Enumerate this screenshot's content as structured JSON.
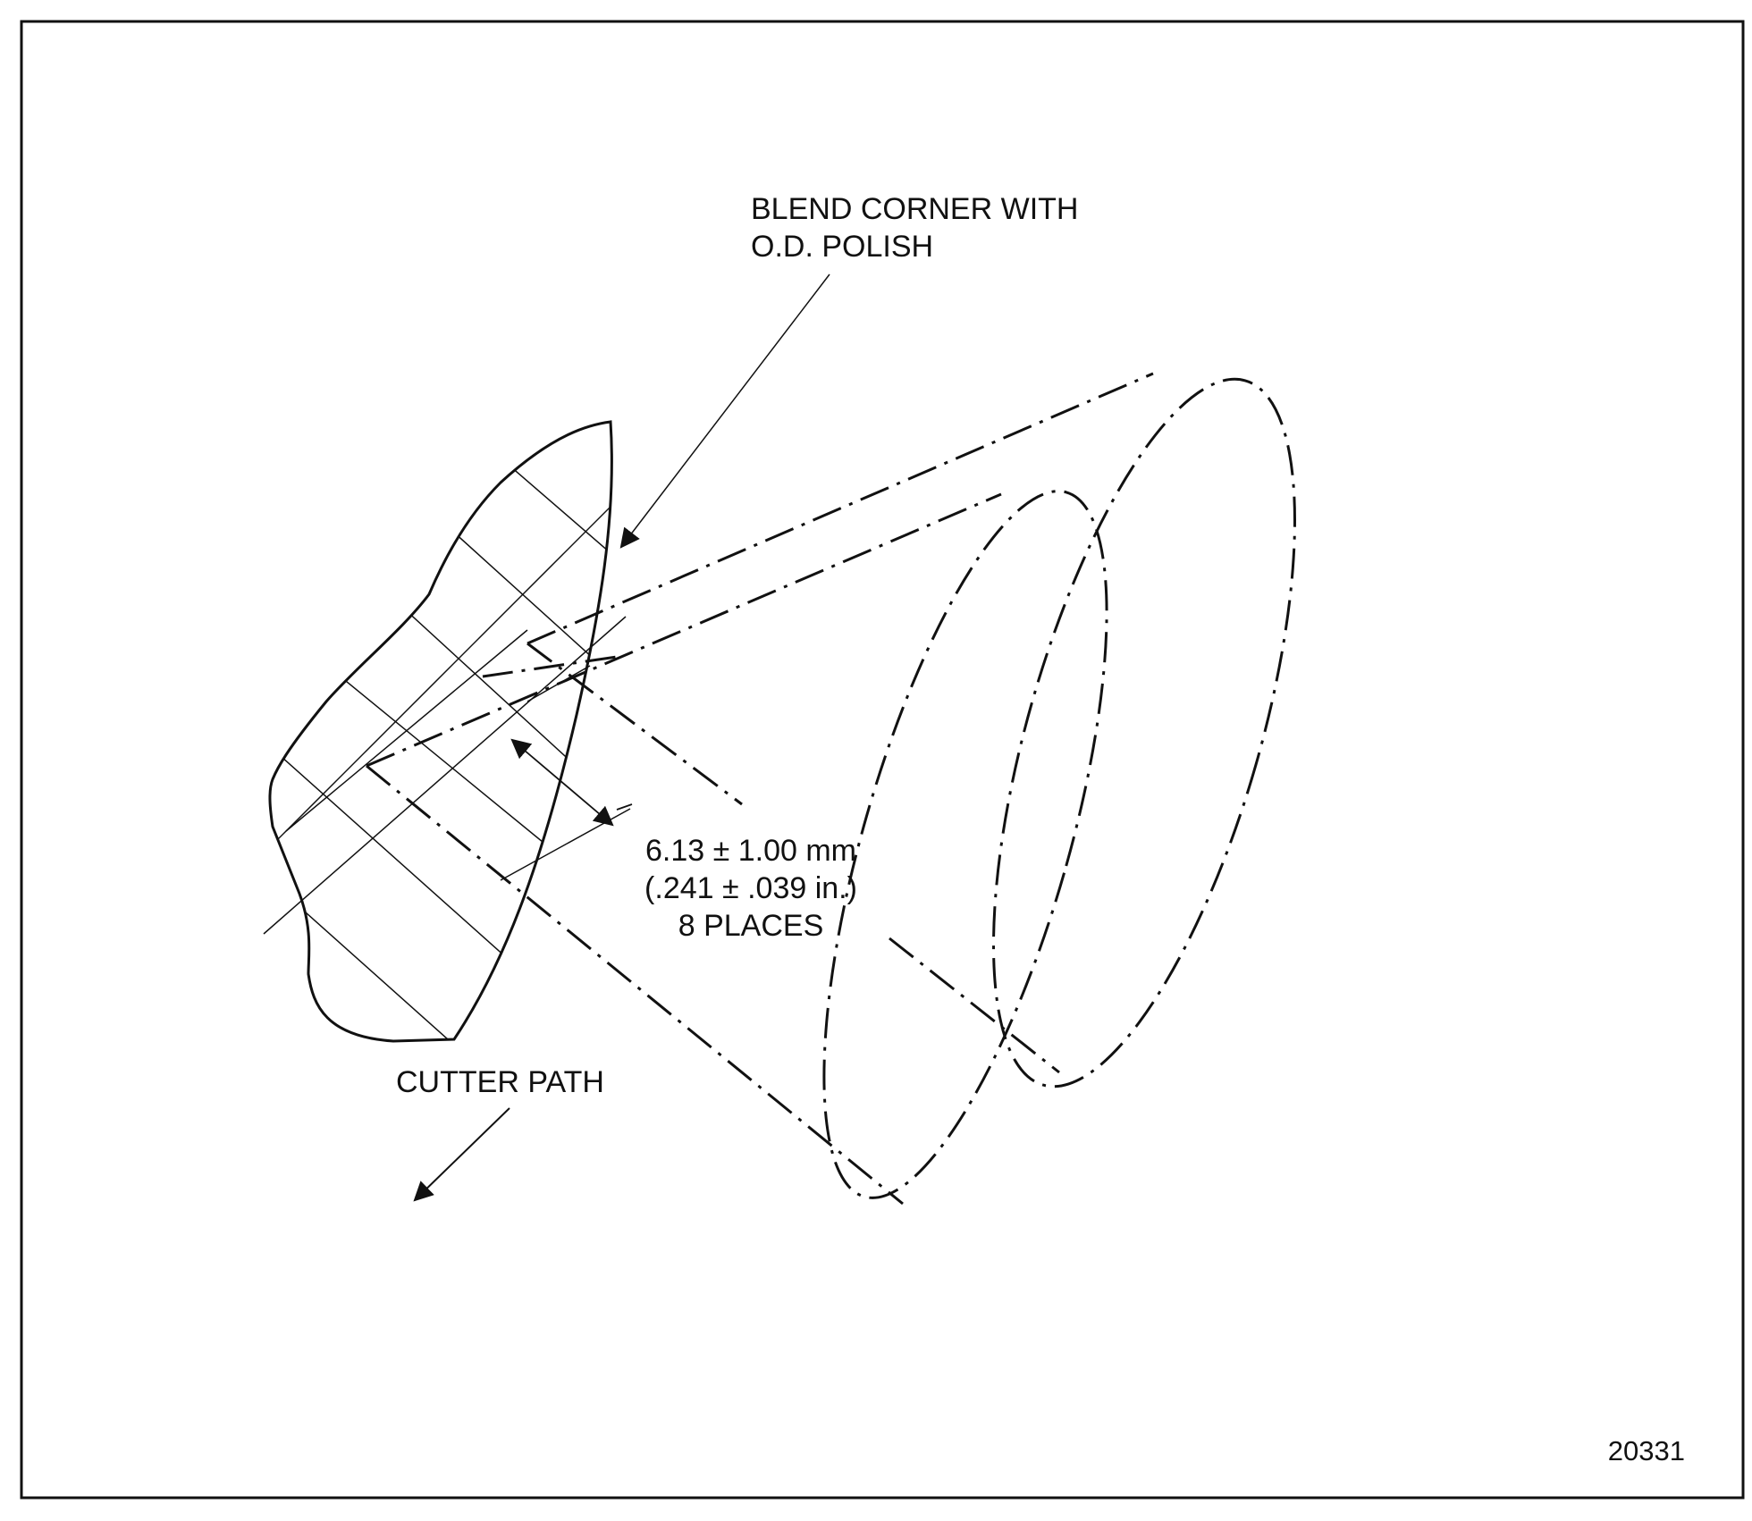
{
  "callouts": {
    "blend_line1": "BLEND CORNER WITH",
    "blend_line2": "O.D. POLISH",
    "dim_line1": "6.13 ± 1.00 mm",
    "dim_line2": "(.241 ± .039 in.)",
    "dim_line3": "8 PLACES",
    "cutter_path": "CUTTER PATH"
  },
  "figure_number": "20331",
  "colors": {
    "ink": "#111111",
    "background": "#ffffff"
  }
}
